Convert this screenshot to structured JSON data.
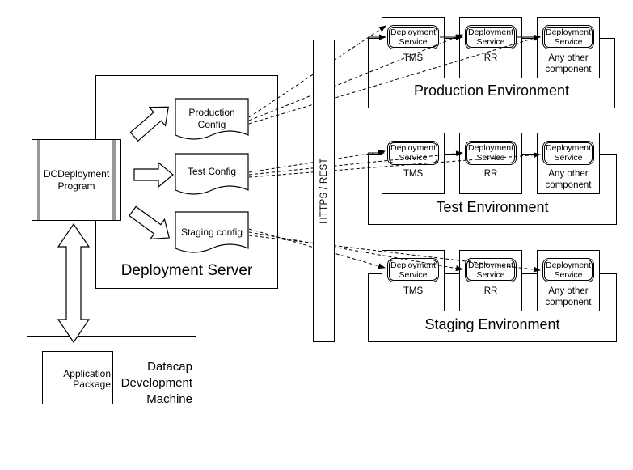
{
  "colors": {
    "stroke": "#000000",
    "background": "#ffffff",
    "component_side_bars": "#999999"
  },
  "deployment_server": {
    "label": "Deployment Server"
  },
  "dc_deployment_program": {
    "label": "DCDeployment\nProgram"
  },
  "configs": [
    {
      "label": "Production Config"
    },
    {
      "label": "Test Config"
    },
    {
      "label": "Staging config"
    }
  ],
  "https_bar": {
    "label": "HTTPS / REST"
  },
  "environments": [
    {
      "label": "Production Environment",
      "components": [
        {
          "service": "Deployment Service",
          "name": "TMS"
        },
        {
          "service": "Deployment Service",
          "name": "RR"
        },
        {
          "service": "Deployment Service",
          "name": "Any other component"
        }
      ]
    },
    {
      "label": "Test Environment",
      "components": [
        {
          "service": "Deployment Service",
          "name": "TMS"
        },
        {
          "service": "Deployment Service",
          "name": "RR"
        },
        {
          "service": "Deployment Service",
          "name": "Any other component"
        }
      ]
    },
    {
      "label": "Staging Environment",
      "components": [
        {
          "service": "Deployment Service",
          "name": "TMS"
        },
        {
          "service": "Deployment Service",
          "name": "RR"
        },
        {
          "service": "Deployment Service",
          "name": "Any other component"
        }
      ]
    }
  ],
  "development_machine": {
    "label": "Datacap\nDevelopment\nMachine",
    "package": {
      "label": "Application\nPackage"
    }
  }
}
